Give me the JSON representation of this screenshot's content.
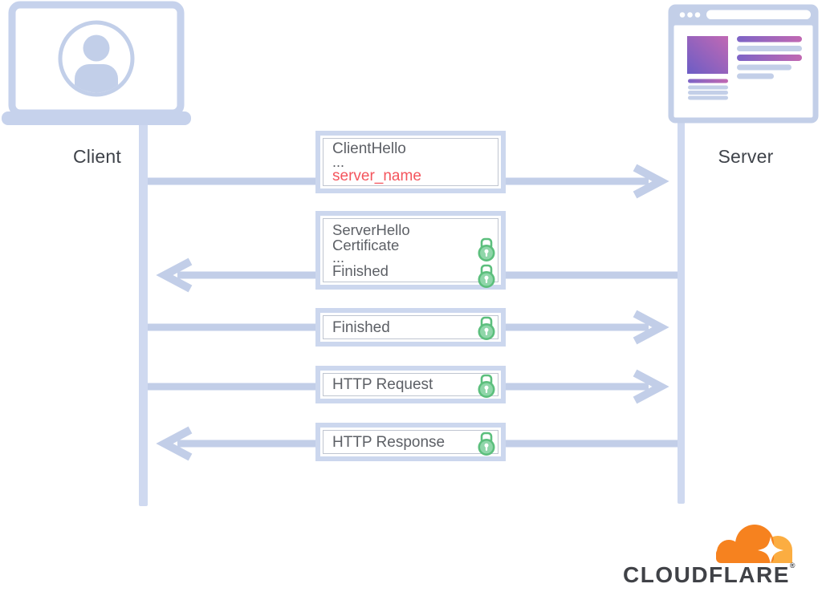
{
  "actors": {
    "client": {
      "label": "Client"
    },
    "server": {
      "label": "Server"
    }
  },
  "messages": [
    {
      "name": "client-hello",
      "direction": "right",
      "lines": [
        "ClientHello",
        "...",
        "server_name"
      ],
      "highlighted_line": "server_name",
      "lock_count": 0
    },
    {
      "name": "server-hello",
      "direction": "left",
      "lines": [
        "ServerHello",
        "Certificate",
        "...",
        "Finished"
      ],
      "lock_count": 2
    },
    {
      "name": "finished",
      "direction": "right",
      "lines": [
        "Finished"
      ],
      "lock_count": 1
    },
    {
      "name": "http-request",
      "direction": "right",
      "lines": [
        "HTTP Request"
      ],
      "lock_count": 1
    },
    {
      "name": "http-response",
      "direction": "left",
      "lines": [
        "HTTP Response"
      ],
      "lock_count": 1
    }
  ],
  "branding": {
    "wordmark": "CLOUDFLARE",
    "registered": "®"
  },
  "colors": {
    "arrow_blue": "#c2cee8",
    "lifeline_blue": "#cfd9f0",
    "box_border_blue": "#ccd7ee",
    "inner_border_gray": "#bfc5d0",
    "icon_blue": "#c6d2ec",
    "label_dark": "#3f434a",
    "box_text_gray": "#5d6066",
    "highlight_red": "#f4555d",
    "lock_green": "#5cbf7d",
    "lock_green_fill": "#8fd6a9",
    "browser_gradient_start": "#6c5dc5",
    "browser_gradient_end": "#c169b4",
    "cloudflare_orange": "#f6821f",
    "cloudflare_light_orange": "#fbad41",
    "wordmark_dark": "#404247"
  }
}
